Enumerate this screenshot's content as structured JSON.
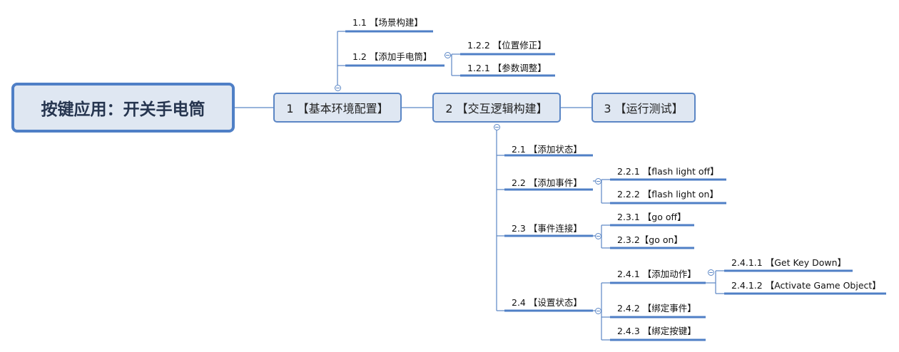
{
  "root": {
    "label": "按键应用：开关手电筒"
  },
  "nodes": {
    "n1": "1 【基本环境配置】",
    "n1_1": "1.1 【场景构建】",
    "n1_2": "1.2 【添加手电筒】",
    "n1_2_2": "1.2.2 【位置修正】",
    "n1_2_1": "1.2.1 【参数调整】",
    "n2": "2 【交互逻辑构建】",
    "n2_1": "2.1 【添加状态】",
    "n2_2": "2.2 【添加事件】",
    "n2_2_1": "2.2.1 【flash light off】",
    "n2_2_2": "2.2.2 【flash light on】",
    "n2_3": "2.3 【事件连接】",
    "n2_3_1": "2.3.1 【go off】",
    "n2_3_2": "2.3.2【go on】",
    "n2_4": "2.4 【设置状态】",
    "n2_4_1": "2.4.1 【添加动作】",
    "n2_4_1_1": "2.4.1.1 【Get Key Down】",
    "n2_4_1_2": "2.4.1.2 【Activate Game Object】",
    "n2_4_2": "2.4.2 【绑定事件】",
    "n2_4_3": "2.4.3 【绑定按键】",
    "n3": "3 【运行测试】"
  },
  "colors": {
    "line": "#5b86c5",
    "box_fill": "#dfe7f2",
    "root_border": "#4f7fc6"
  }
}
